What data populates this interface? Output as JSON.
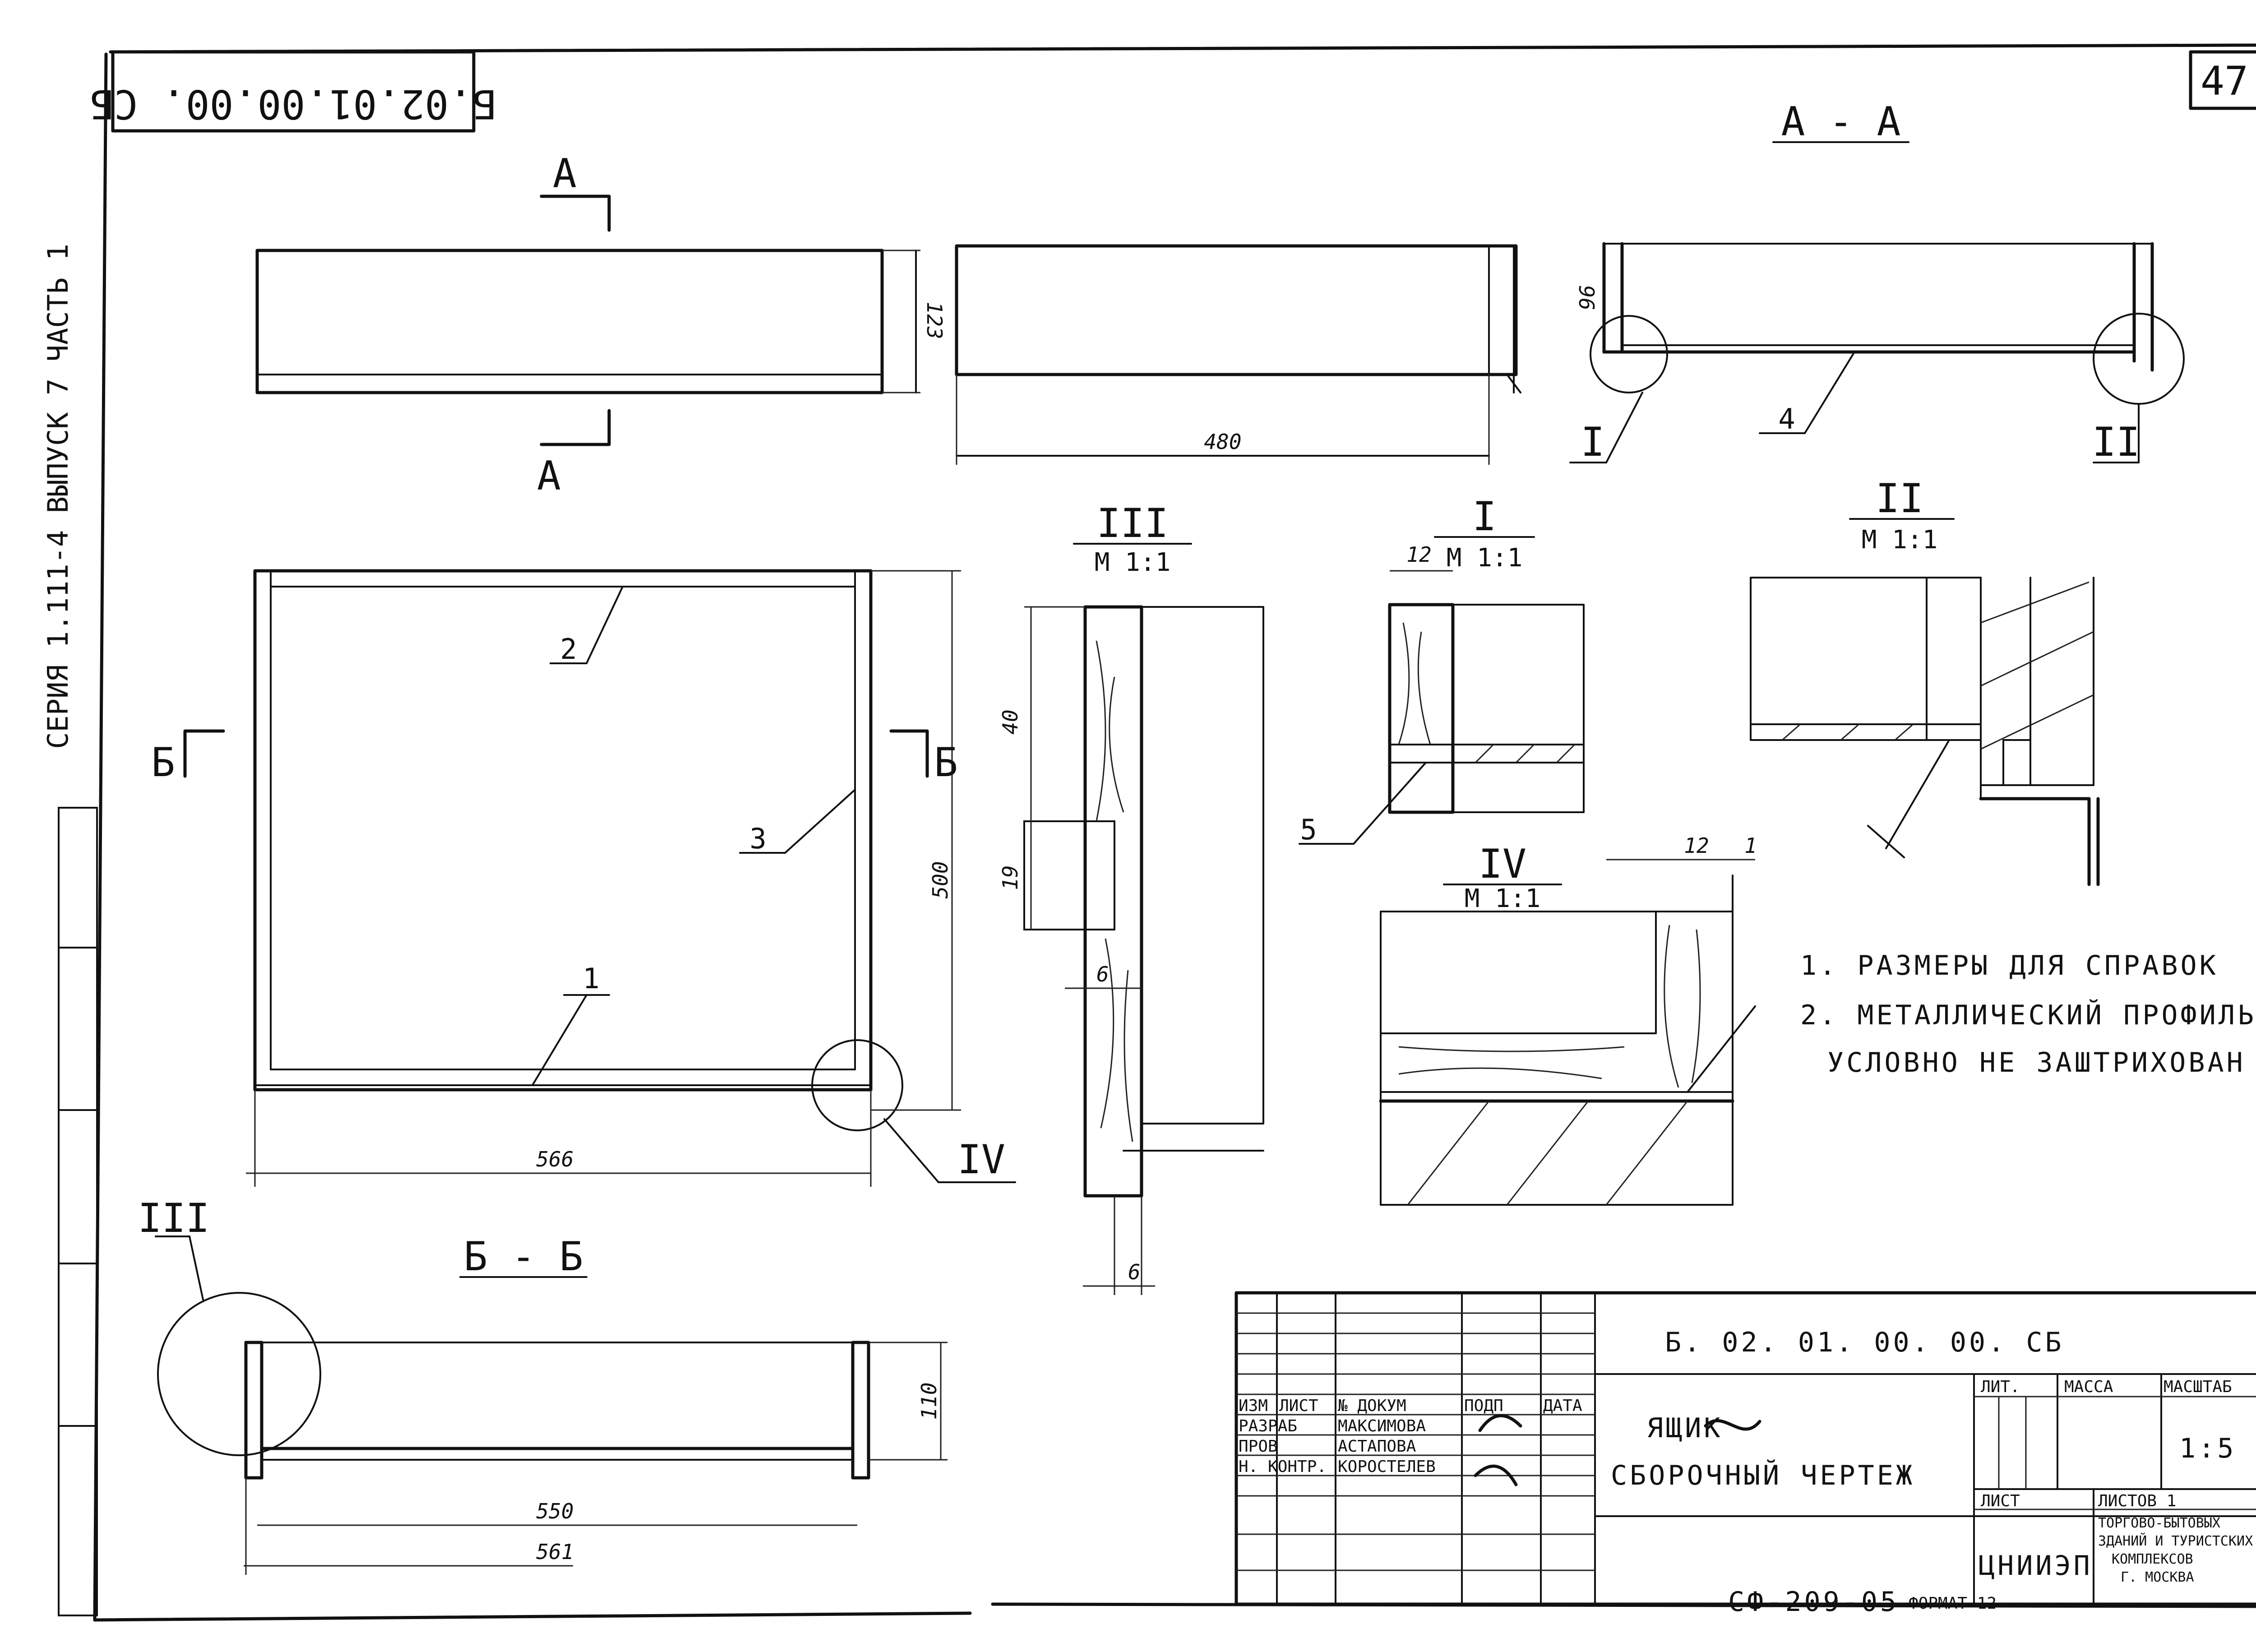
{
  "sheet": {
    "number": "47",
    "top_code": "Б.02.01.00.00. СБ",
    "side_series": "СЕРИЯ 1.111-4  ВЫПУСК 7  ЧАСТЬ 1",
    "bottom_code": "СФ-209-05",
    "format": "ФОРМАТ 12"
  },
  "views": {
    "section_aa": "А - А",
    "section_bb": "Б - Б",
    "cut_a": "А",
    "cut_b": "Б",
    "detail_1": "I",
    "detail_2": "II",
    "detail_3": "III",
    "detail_4": "IV",
    "scale_detail": "М 1:1"
  },
  "dimensions": {
    "front_height": "123",
    "side_length": "480",
    "aa_height": "96",
    "plan_width": "566",
    "plan_height": "500",
    "bb_height": "110",
    "bb_inner": "550",
    "bb_outer": "561",
    "d3_top": "40",
    "d3_slot": "19",
    "d3_thick": "6",
    "d3_bottom": "6",
    "d1_width": "12",
    "d4_width": "12",
    "d4_gap": "1"
  },
  "positions": [
    "1",
    "2",
    "3",
    "4",
    "5"
  ],
  "notes": [
    "1. РАЗМЕРЫ ДЛЯ СПРАВОК",
    "2. МЕТАЛЛИЧЕСКИЙ ПРОФИЛЬ",
    "УСЛОВНО НЕ ЗАШТРИХОВАН"
  ],
  "title_block": {
    "code": "Б. 02. 01. 00. 00. СБ",
    "name1": "ЯЩИК",
    "name2": "СБОРОЧНЫЙ ЧЕРТЕЖ",
    "head_izm": "ИЗМ",
    "head_list": "ЛИСТ",
    "head_doc": "№ ДОКУМ",
    "head_podp": "ПОДП",
    "head_data": "ДАТА",
    "role1": "РАЗРАБ",
    "name_r1": "МАКСИМОВА",
    "role2": "ПРОВ",
    "name_r2": "АСТАПОВА",
    "role3": "Н. КОНТР.",
    "name_r3": "КОРОСТЕЛЕВ",
    "lit": "ЛИТ.",
    "massa": "МАССА",
    "masshtab": "МАСШТАБ",
    "scale": "1:5",
    "list": "ЛИСТ",
    "listov": "ЛИСТОВ 1",
    "org_logo": "ЦНИИЭП",
    "org1": "ТОРГОВО-БЫТОВЫХ",
    "org2": "ЗДАНИЙ И ТУРИСТСКИХ",
    "org3": "КОМПЛЕКСОВ",
    "org4": "Г. МОСКВА"
  }
}
